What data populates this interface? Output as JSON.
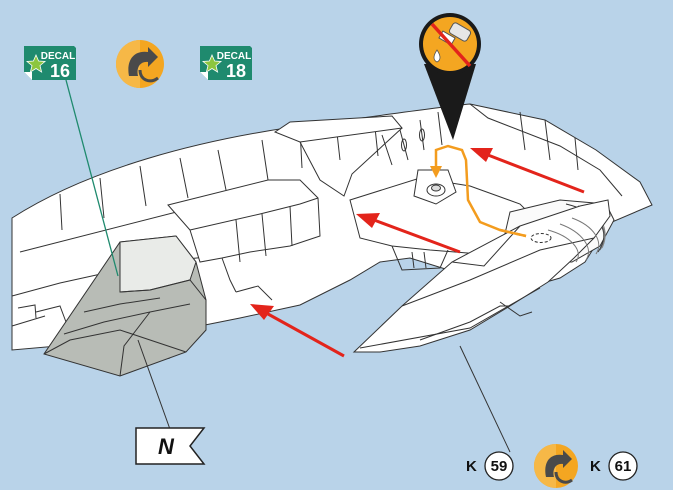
{
  "decals": [
    {
      "label": "DECAL",
      "number": "16"
    },
    {
      "label": "DECAL",
      "number": "18"
    }
  ],
  "paint_flag": {
    "letter": "N"
  },
  "parts": [
    {
      "prefix": "K",
      "number": "59"
    },
    {
      "prefix": "K",
      "number": "61"
    }
  ],
  "icons": {
    "rotate": "rotate-flip-icon",
    "no_glue": "no-glue-icon"
  },
  "colors": {
    "background": "#b9d3e9",
    "decal_badge": "#1f8a6e",
    "decal_star": "#8cc63f",
    "rotate_badge": "#f4a621",
    "assembly_arrow": "#e3241b",
    "guide_line": "#f39c1e",
    "paint_fill": "#b8bcb6"
  }
}
